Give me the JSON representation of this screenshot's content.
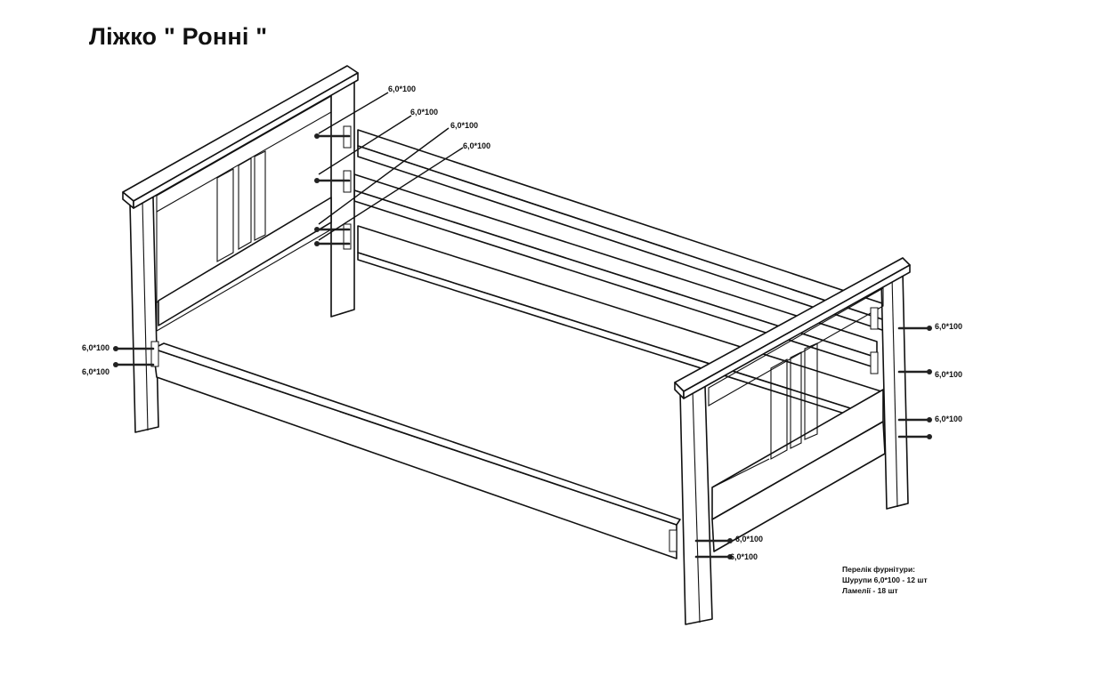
{
  "title": "Ліжко \" Ронні \"",
  "screw_label": "6,0*100",
  "hardware_list": {
    "heading": "Перелік фурнітури:",
    "items": [
      "Шурупи 6,0*100 - 12 шт",
      "Ламелії - 18 шт"
    ]
  }
}
